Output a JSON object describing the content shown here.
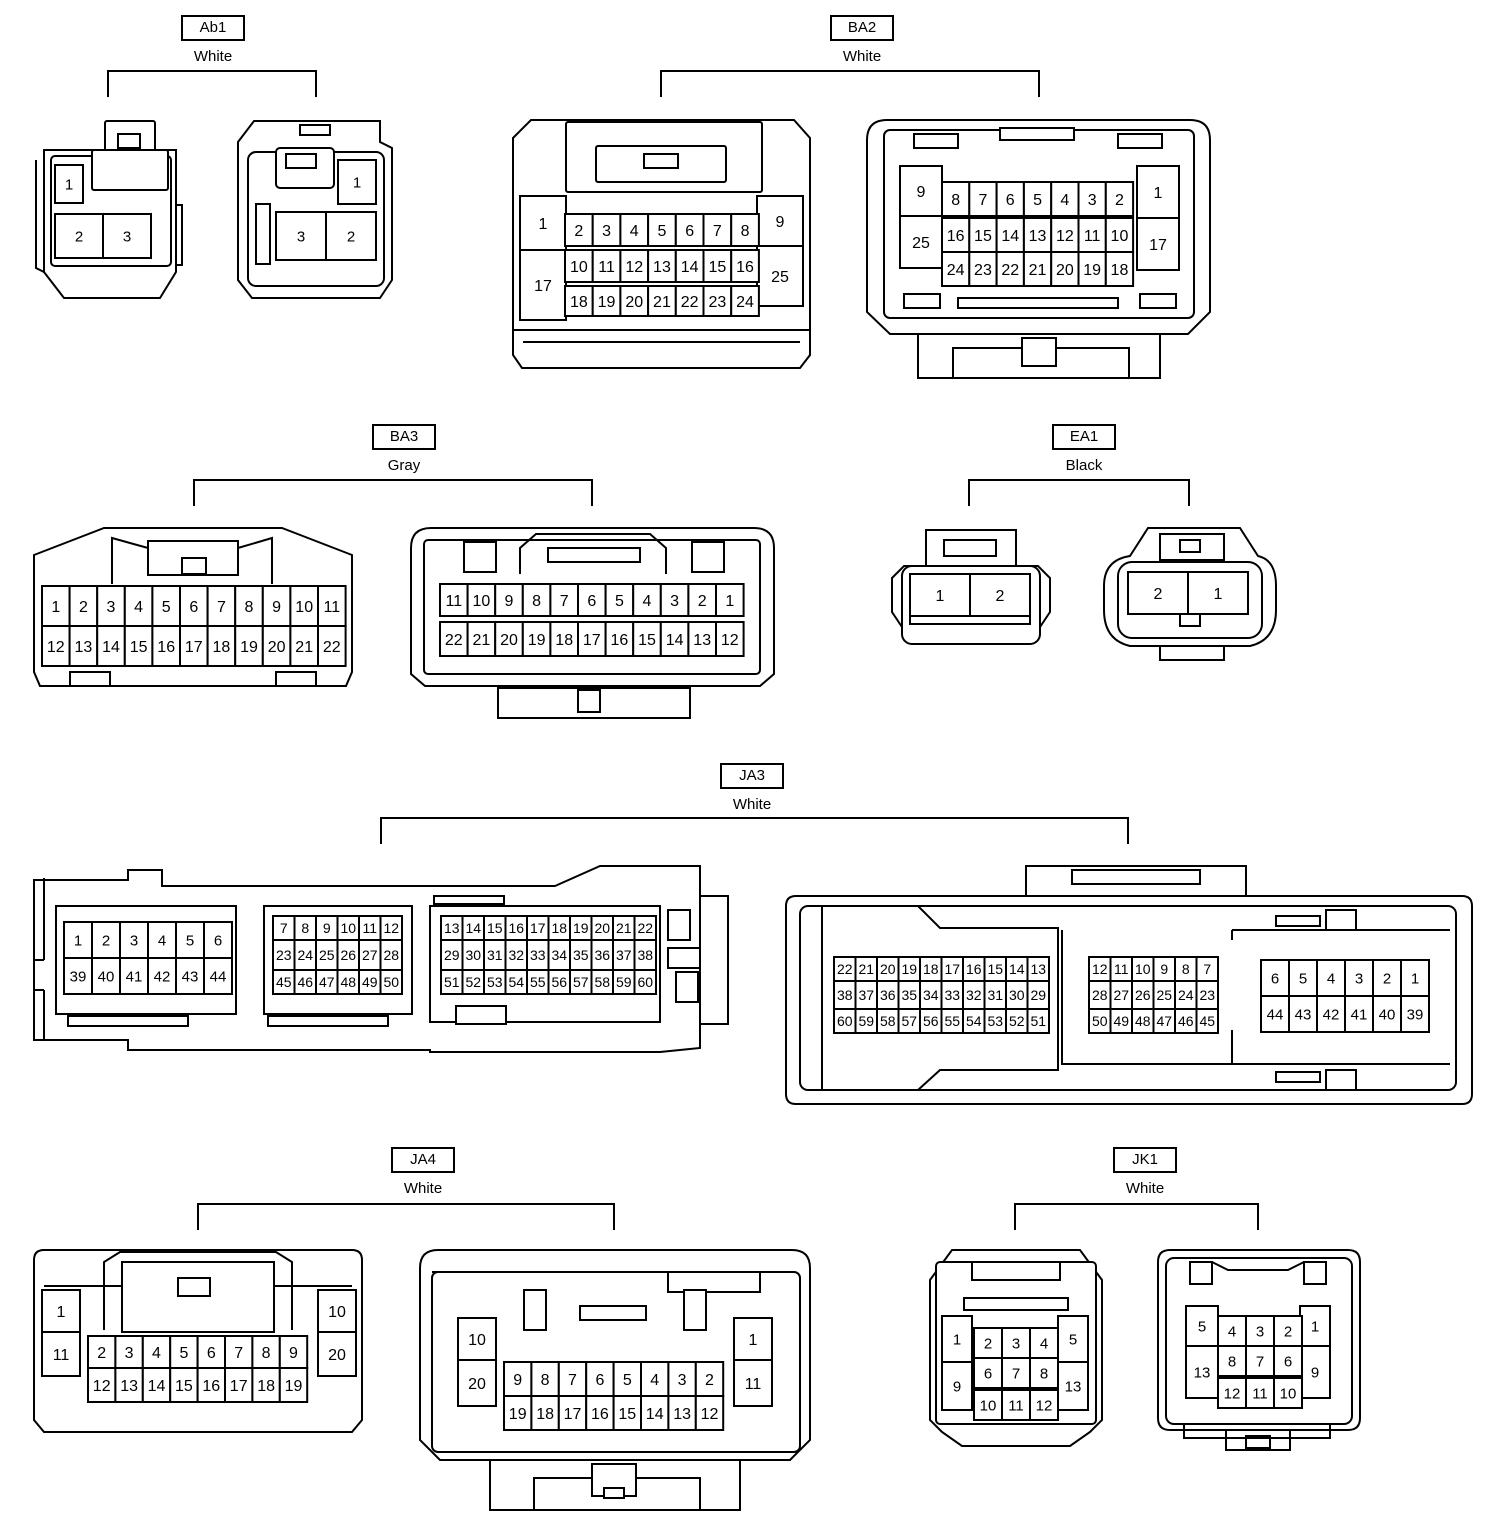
{
  "connectors": [
    {
      "id": "Ab1",
      "color": "White",
      "views": [
        [
          {
            "label": "1"
          },
          {
            "label": "2"
          },
          {
            "label": "3"
          }
        ],
        [
          {
            "label": "1"
          },
          {
            "label": "3"
          },
          {
            "label": "2"
          }
        ]
      ]
    },
    {
      "id": "BA2",
      "color": "White",
      "views": [
        [
          {
            "label": "1"
          },
          {
            "label": "17"
          },
          {
            "label": "9"
          },
          {
            "label": "25"
          },
          {
            "label": "2"
          },
          {
            "label": "3"
          },
          {
            "label": "4"
          },
          {
            "label": "5"
          },
          {
            "label": "6"
          },
          {
            "label": "7"
          },
          {
            "label": "8"
          },
          {
            "label": "10"
          },
          {
            "label": "11"
          },
          {
            "label": "12"
          },
          {
            "label": "13"
          },
          {
            "label": "14"
          },
          {
            "label": "15"
          },
          {
            "label": "16"
          },
          {
            "label": "18"
          },
          {
            "label": "19"
          },
          {
            "label": "20"
          },
          {
            "label": "21"
          },
          {
            "label": "22"
          },
          {
            "label": "23"
          },
          {
            "label": "24"
          }
        ],
        [
          {
            "label": "9"
          },
          {
            "label": "25"
          },
          {
            "label": "1"
          },
          {
            "label": "17"
          },
          {
            "label": "8"
          },
          {
            "label": "7"
          },
          {
            "label": "6"
          },
          {
            "label": "5"
          },
          {
            "label": "4"
          },
          {
            "label": "3"
          },
          {
            "label": "2"
          },
          {
            "label": "16"
          },
          {
            "label": "15"
          },
          {
            "label": "14"
          },
          {
            "label": "13"
          },
          {
            "label": "12"
          },
          {
            "label": "11"
          },
          {
            "label": "10"
          },
          {
            "label": "24"
          },
          {
            "label": "23"
          },
          {
            "label": "22"
          },
          {
            "label": "21"
          },
          {
            "label": "20"
          },
          {
            "label": "19"
          },
          {
            "label": "18"
          }
        ]
      ]
    },
    {
      "id": "BA3",
      "color": "Gray",
      "views": [
        [
          {
            "label": "1"
          },
          {
            "label": "2"
          },
          {
            "label": "3"
          },
          {
            "label": "4"
          },
          {
            "label": "5"
          },
          {
            "label": "6"
          },
          {
            "label": "7"
          },
          {
            "label": "8"
          },
          {
            "label": "9"
          },
          {
            "label": "10"
          },
          {
            "label": "11"
          },
          {
            "label": "12"
          },
          {
            "label": "13"
          },
          {
            "label": "14"
          },
          {
            "label": "15"
          },
          {
            "label": "16"
          },
          {
            "label": "17"
          },
          {
            "label": "18"
          },
          {
            "label": "19"
          },
          {
            "label": "20"
          },
          {
            "label": "21"
          },
          {
            "label": "22"
          }
        ],
        [
          {
            "label": "11"
          },
          {
            "label": "10"
          },
          {
            "label": "9"
          },
          {
            "label": "8"
          },
          {
            "label": "7"
          },
          {
            "label": "6"
          },
          {
            "label": "5"
          },
          {
            "label": "4"
          },
          {
            "label": "3"
          },
          {
            "label": "2"
          },
          {
            "label": "1"
          },
          {
            "label": "22"
          },
          {
            "label": "21"
          },
          {
            "label": "20"
          },
          {
            "label": "19"
          },
          {
            "label": "18"
          },
          {
            "label": "17"
          },
          {
            "label": "16"
          },
          {
            "label": "15"
          },
          {
            "label": "14"
          },
          {
            "label": "13"
          },
          {
            "label": "12"
          }
        ]
      ]
    },
    {
      "id": "EA1",
      "color": "Black",
      "views": [
        [
          {
            "label": "1"
          },
          {
            "label": "2"
          }
        ],
        [
          {
            "label": "2"
          },
          {
            "label": "1"
          }
        ]
      ]
    },
    {
      "id": "JA3",
      "color": "White",
      "views": [
        [
          {
            "label": "1"
          },
          {
            "label": "2"
          },
          {
            "label": "3"
          },
          {
            "label": "4"
          },
          {
            "label": "5"
          },
          {
            "label": "6"
          },
          {
            "label": "39"
          },
          {
            "label": "40"
          },
          {
            "label": "41"
          },
          {
            "label": "42"
          },
          {
            "label": "43"
          },
          {
            "label": "44"
          },
          {
            "label": "7"
          },
          {
            "label": "8"
          },
          {
            "label": "9"
          },
          {
            "label": "10"
          },
          {
            "label": "11"
          },
          {
            "label": "12"
          },
          {
            "label": "23"
          },
          {
            "label": "24"
          },
          {
            "label": "25"
          },
          {
            "label": "26"
          },
          {
            "label": "27"
          },
          {
            "label": "28"
          },
          {
            "label": "45"
          },
          {
            "label": "46"
          },
          {
            "label": "47"
          },
          {
            "label": "48"
          },
          {
            "label": "49"
          },
          {
            "label": "50"
          },
          {
            "label": "13"
          },
          {
            "label": "14"
          },
          {
            "label": "15"
          },
          {
            "label": "16"
          },
          {
            "label": "17"
          },
          {
            "label": "18"
          },
          {
            "label": "19"
          },
          {
            "label": "20"
          },
          {
            "label": "21"
          },
          {
            "label": "22"
          },
          {
            "label": "29"
          },
          {
            "label": "30"
          },
          {
            "label": "31"
          },
          {
            "label": "32"
          },
          {
            "label": "33"
          },
          {
            "label": "34"
          },
          {
            "label": "35"
          },
          {
            "label": "36"
          },
          {
            "label": "37"
          },
          {
            "label": "38"
          },
          {
            "label": "51"
          },
          {
            "label": "52"
          },
          {
            "label": "53"
          },
          {
            "label": "54"
          },
          {
            "label": "55"
          },
          {
            "label": "56"
          },
          {
            "label": "57"
          },
          {
            "label": "58"
          },
          {
            "label": "59"
          },
          {
            "label": "60"
          }
        ],
        [
          {
            "label": "22"
          },
          {
            "label": "21"
          },
          {
            "label": "20"
          },
          {
            "label": "19"
          },
          {
            "label": "18"
          },
          {
            "label": "17"
          },
          {
            "label": "16"
          },
          {
            "label": "15"
          },
          {
            "label": "14"
          },
          {
            "label": "13"
          },
          {
            "label": "38"
          },
          {
            "label": "37"
          },
          {
            "label": "36"
          },
          {
            "label": "35"
          },
          {
            "label": "34"
          },
          {
            "label": "33"
          },
          {
            "label": "32"
          },
          {
            "label": "31"
          },
          {
            "label": "30"
          },
          {
            "label": "29"
          },
          {
            "label": "60"
          },
          {
            "label": "59"
          },
          {
            "label": "58"
          },
          {
            "label": "57"
          },
          {
            "label": "56"
          },
          {
            "label": "55"
          },
          {
            "label": "54"
          },
          {
            "label": "53"
          },
          {
            "label": "52"
          },
          {
            "label": "51"
          },
          {
            "label": "12"
          },
          {
            "label": "11"
          },
          {
            "label": "10"
          },
          {
            "label": "9"
          },
          {
            "label": "8"
          },
          {
            "label": "7"
          },
          {
            "label": "28"
          },
          {
            "label": "27"
          },
          {
            "label": "26"
          },
          {
            "label": "25"
          },
          {
            "label": "24"
          },
          {
            "label": "23"
          },
          {
            "label": "50"
          },
          {
            "label": "49"
          },
          {
            "label": "48"
          },
          {
            "label": "47"
          },
          {
            "label": "46"
          },
          {
            "label": "45"
          },
          {
            "label": "6"
          },
          {
            "label": "5"
          },
          {
            "label": "4"
          },
          {
            "label": "3"
          },
          {
            "label": "2"
          },
          {
            "label": "1"
          },
          {
            "label": "44"
          },
          {
            "label": "43"
          },
          {
            "label": "42"
          },
          {
            "label": "41"
          },
          {
            "label": "40"
          },
          {
            "label": "39"
          }
        ]
      ]
    },
    {
      "id": "JA4",
      "color": "White",
      "views": [
        [
          {
            "label": "1"
          },
          {
            "label": "11"
          },
          {
            "label": "10"
          },
          {
            "label": "20"
          },
          {
            "label": "2"
          },
          {
            "label": "3"
          },
          {
            "label": "4"
          },
          {
            "label": "5"
          },
          {
            "label": "6"
          },
          {
            "label": "7"
          },
          {
            "label": "8"
          },
          {
            "label": "9"
          },
          {
            "label": "12"
          },
          {
            "label": "13"
          },
          {
            "label": "14"
          },
          {
            "label": "15"
          },
          {
            "label": "16"
          },
          {
            "label": "17"
          },
          {
            "label": "18"
          },
          {
            "label": "19"
          }
        ],
        [
          {
            "label": "10"
          },
          {
            "label": "20"
          },
          {
            "label": "1"
          },
          {
            "label": "11"
          },
          {
            "label": "9"
          },
          {
            "label": "8"
          },
          {
            "label": "7"
          },
          {
            "label": "6"
          },
          {
            "label": "5"
          },
          {
            "label": "4"
          },
          {
            "label": "3"
          },
          {
            "label": "2"
          },
          {
            "label": "19"
          },
          {
            "label": "18"
          },
          {
            "label": "17"
          },
          {
            "label": "16"
          },
          {
            "label": "15"
          },
          {
            "label": "14"
          },
          {
            "label": "13"
          },
          {
            "label": "12"
          }
        ]
      ]
    },
    {
      "id": "JK1",
      "color": "White",
      "views": [
        [
          {
            "label": "1"
          },
          {
            "label": "9"
          },
          {
            "label": "5"
          },
          {
            "label": "13"
          },
          {
            "label": "2"
          },
          {
            "label": "3"
          },
          {
            "label": "4"
          },
          {
            "label": "6"
          },
          {
            "label": "7"
          },
          {
            "label": "8"
          },
          {
            "label": "10"
          },
          {
            "label": "11"
          },
          {
            "label": "12"
          }
        ],
        [
          {
            "label": "5"
          },
          {
            "label": "13"
          },
          {
            "label": "1"
          },
          {
            "label": "9"
          },
          {
            "label": "4"
          },
          {
            "label": "3"
          },
          {
            "label": "2"
          },
          {
            "label": "8"
          },
          {
            "label": "7"
          },
          {
            "label": "6"
          },
          {
            "label": "12"
          },
          {
            "label": "11"
          },
          {
            "label": "10"
          }
        ]
      ]
    }
  ]
}
